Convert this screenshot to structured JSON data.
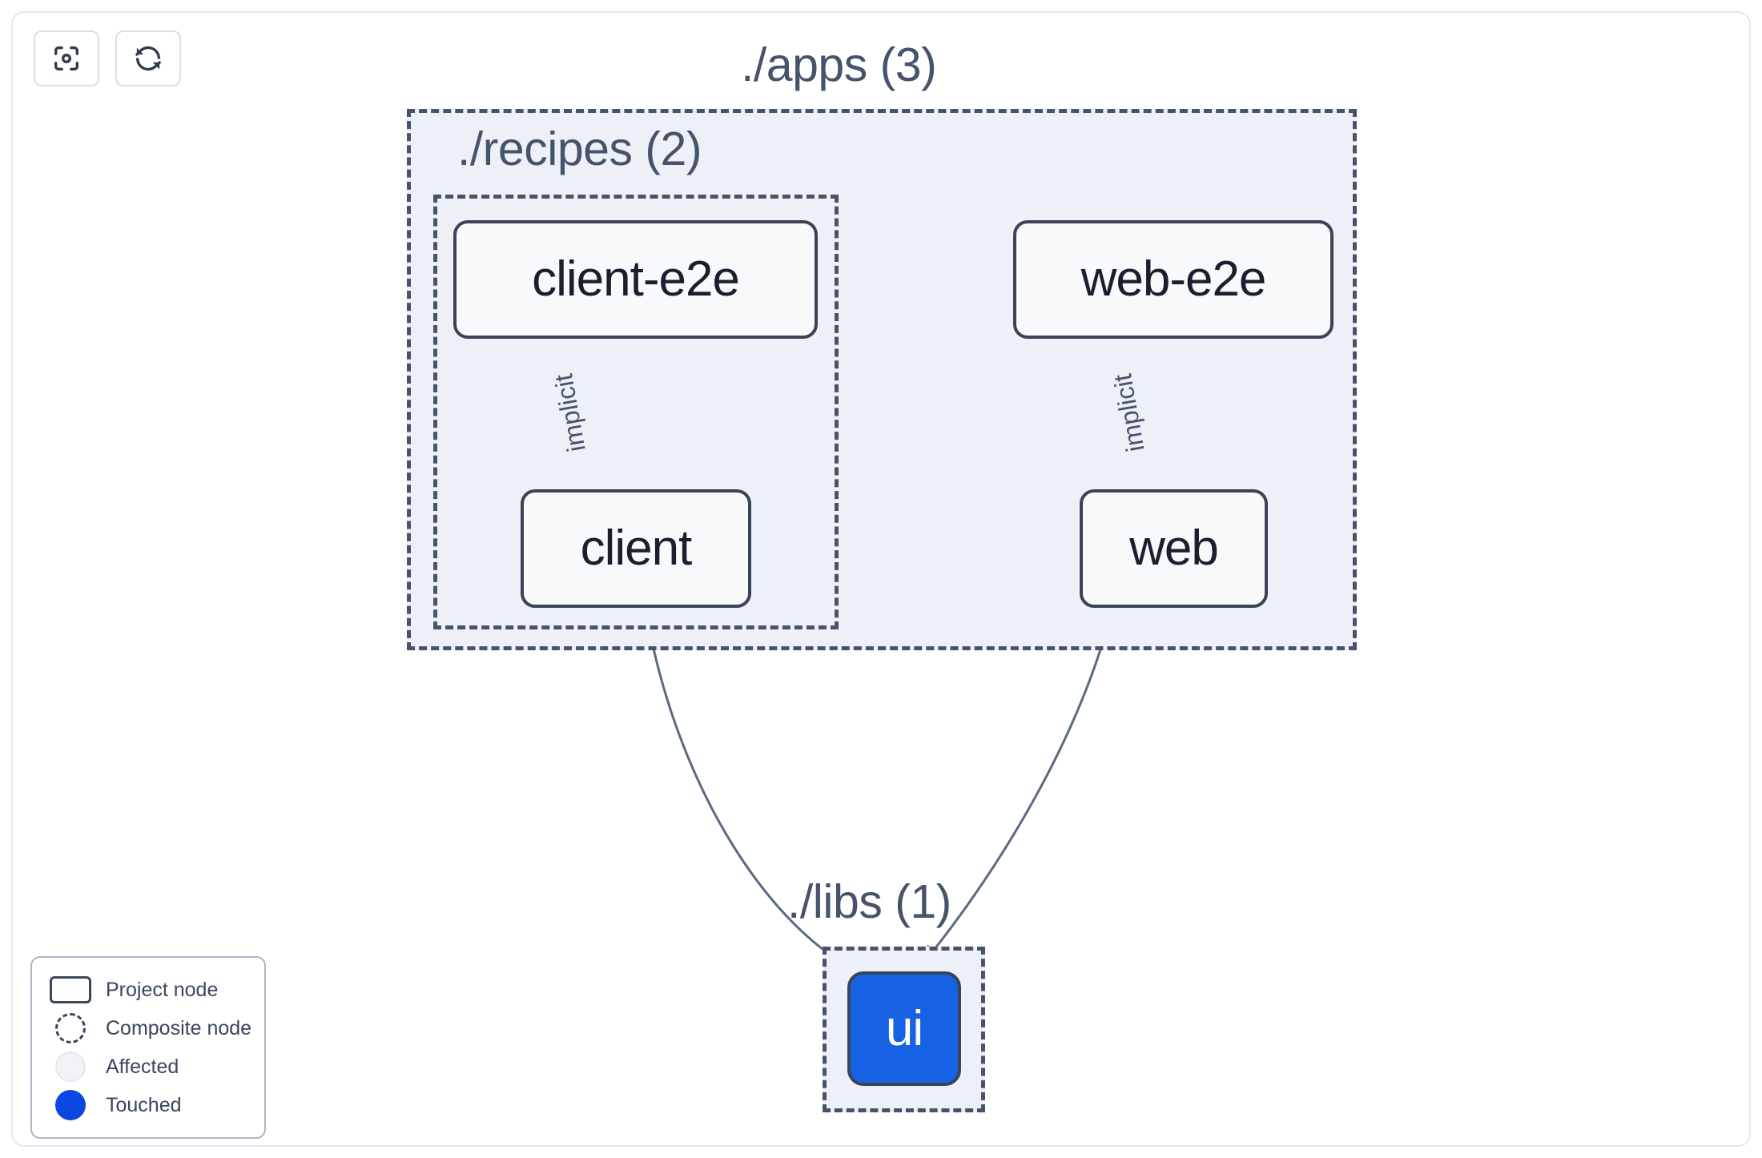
{
  "toolbar": {
    "buttons": [
      {
        "name": "focus-graph-button",
        "icon": "focus-target-icon",
        "label": "Focus graph"
      },
      {
        "name": "refresh-graph-button",
        "icon": "refresh-icon",
        "label": "Refresh graph"
      }
    ]
  },
  "graph": {
    "groups": [
      {
        "id": "apps",
        "label": "./apps (3)",
        "count": 3,
        "kind": "composite"
      },
      {
        "id": "recipes",
        "label": "./recipes (2)",
        "count": 2,
        "kind": "composite",
        "parent": "apps"
      },
      {
        "id": "libs",
        "label": "./libs (1)",
        "count": 1,
        "kind": "composite"
      }
    ],
    "nodes": [
      {
        "id": "client-e2e",
        "label": "client-e2e",
        "group": "recipes",
        "state": "project"
      },
      {
        "id": "web-e2e",
        "label": "web-e2e",
        "group": "apps",
        "state": "project"
      },
      {
        "id": "client",
        "label": "client",
        "group": "recipes",
        "state": "project"
      },
      {
        "id": "web",
        "label": "web",
        "group": "apps",
        "state": "project"
      },
      {
        "id": "ui",
        "label": "ui",
        "group": "libs",
        "state": "touched"
      }
    ],
    "edges": [
      {
        "from": "client-e2e",
        "to": "client",
        "label": "implicit"
      },
      {
        "from": "web-e2e",
        "to": "web",
        "label": "implicit"
      },
      {
        "from": "client",
        "to": "ui",
        "label": ""
      },
      {
        "from": "web",
        "to": "ui",
        "label": ""
      }
    ]
  },
  "legend": {
    "items": [
      {
        "swatch": "project-node-swatch",
        "label": "Project node"
      },
      {
        "swatch": "composite-node-swatch",
        "label": "Composite node"
      },
      {
        "swatch": "affected-swatch",
        "label": "Affected"
      },
      {
        "swatch": "touched-swatch",
        "label": "Touched"
      }
    ]
  },
  "colors": {
    "touched": "#1762e4",
    "legend_touched": "#0b46e0",
    "group_fill": "#edf1f7",
    "group_border": "#45536b",
    "node_fill": "#f7f9fb",
    "node_border": "#394457",
    "edge": "#5b6a81",
    "text": "#18202e",
    "muted_text": "#45536b",
    "panel_border": "#e4e9f0"
  }
}
